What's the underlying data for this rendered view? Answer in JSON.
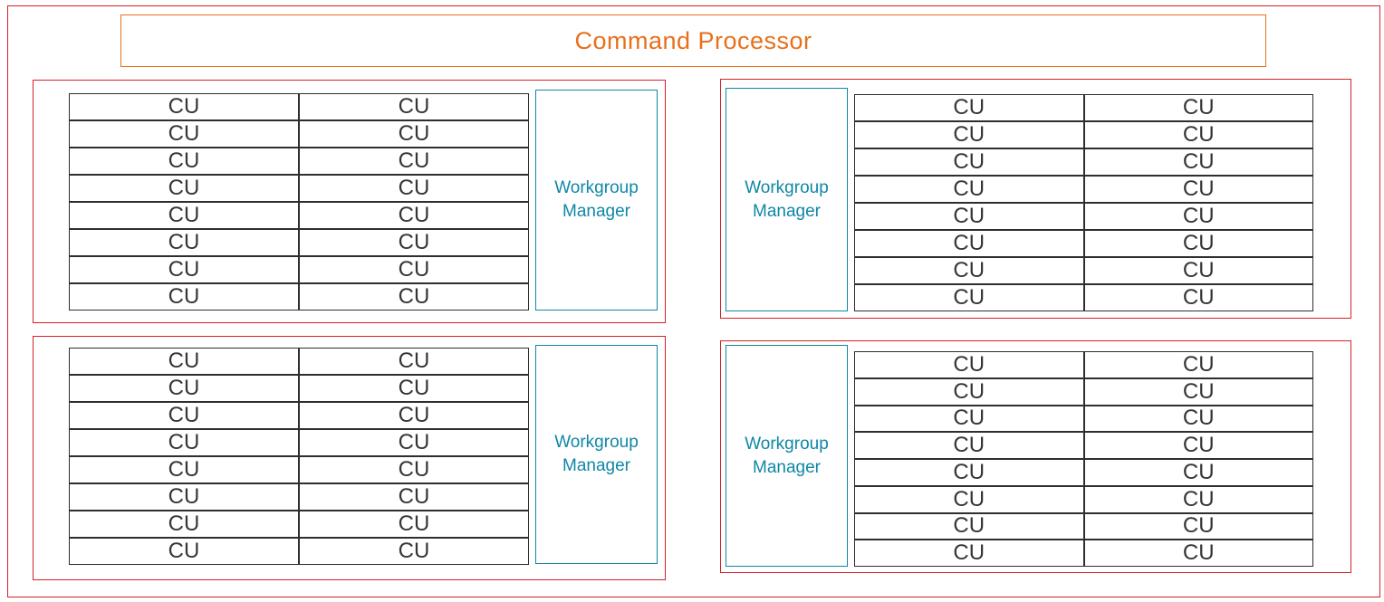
{
  "diagram": {
    "title": "Command Processor",
    "cu_label": "CU",
    "manager_label": "Workgroup Manager"
  },
  "colors": {
    "red": "#d81f26",
    "orange": "#e8701a",
    "teal": "#0f87a6",
    "line": "#2e2e2e",
    "cu-text": "#363636"
  },
  "quadrants": [
    {
      "name": "top-left",
      "manager_side": "right",
      "cu_rows": 8,
      "cu_cols": 2,
      "cu_count": 16
    },
    {
      "name": "top-right",
      "manager_side": "left",
      "cu_rows": 8,
      "cu_cols": 2,
      "cu_count": 16
    },
    {
      "name": "bottom-left",
      "manager_side": "right",
      "cu_rows": 8,
      "cu_cols": 2,
      "cu_count": 16
    },
    {
      "name": "bottom-right",
      "manager_side": "left",
      "cu_rows": 8,
      "cu_cols": 2,
      "cu_count": 16
    }
  ]
}
